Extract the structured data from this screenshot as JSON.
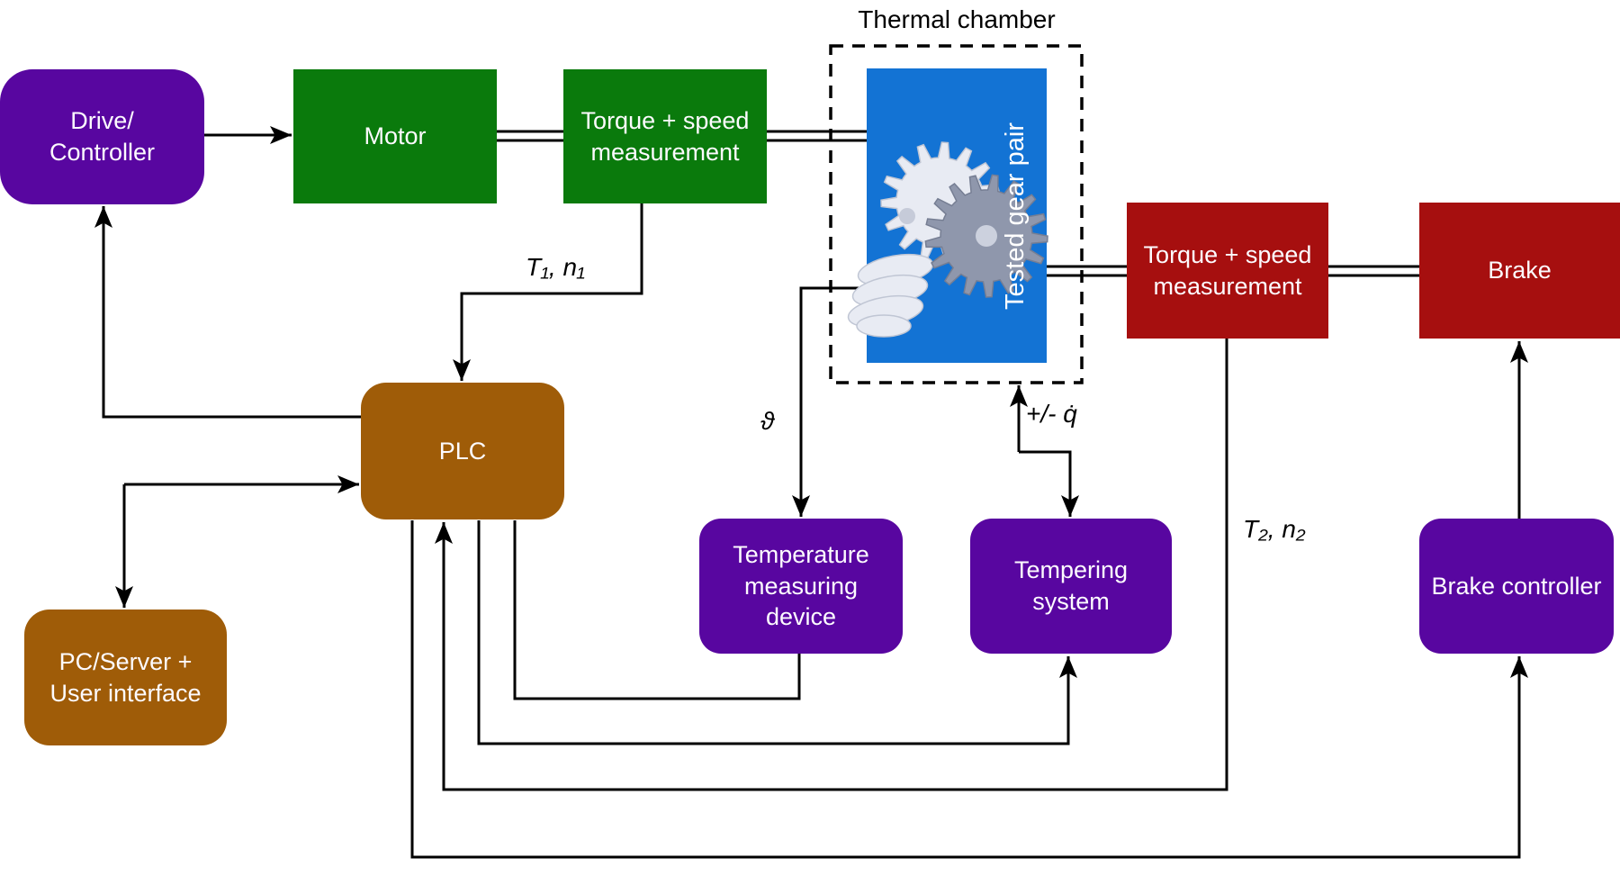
{
  "chamber": {
    "label": "Thermal chamber"
  },
  "nodes": {
    "drive": {
      "label": "Drive/\nController",
      "color": "#5806a0"
    },
    "motor": {
      "label": "Motor",
      "color": "#0a7a0c"
    },
    "torque_input": {
      "label": "Torque + speed\nmeasurement",
      "color": "#0a7a0c"
    },
    "gear_pair": {
      "label": "Tested gear pair",
      "color": "#1373d4"
    },
    "torque_output": {
      "label": "Torque + speed\nmeasurement",
      "color": "#a60f0f"
    },
    "brake": {
      "label": "Brake",
      "color": "#a60f0f"
    },
    "plc": {
      "label": "PLC",
      "color": "#9f5c08"
    },
    "pc_server": {
      "label": "PC/Server +\nUser interface",
      "color": "#9f5c08"
    },
    "temp_device": {
      "label": "Temperature\nmeasuring\ndevice",
      "color": "#5806a0"
    },
    "tempering_system": {
      "label": "Tempering\nsystem",
      "color": "#5806a0"
    },
    "brake_controller": {
      "label": "Brake controller",
      "color": "#5806a0"
    }
  },
  "edge_labels": {
    "input_shaft": "T₁, n₁",
    "temperature": "ϑ",
    "heat_flow": "+/- q̇",
    "output_shaft": "T₂, n₂"
  },
  "colors": {
    "line": "#000000",
    "background": "#ffffff",
    "gear_light": "#e8ebf3",
    "gear_grey": "#8f97ac"
  }
}
